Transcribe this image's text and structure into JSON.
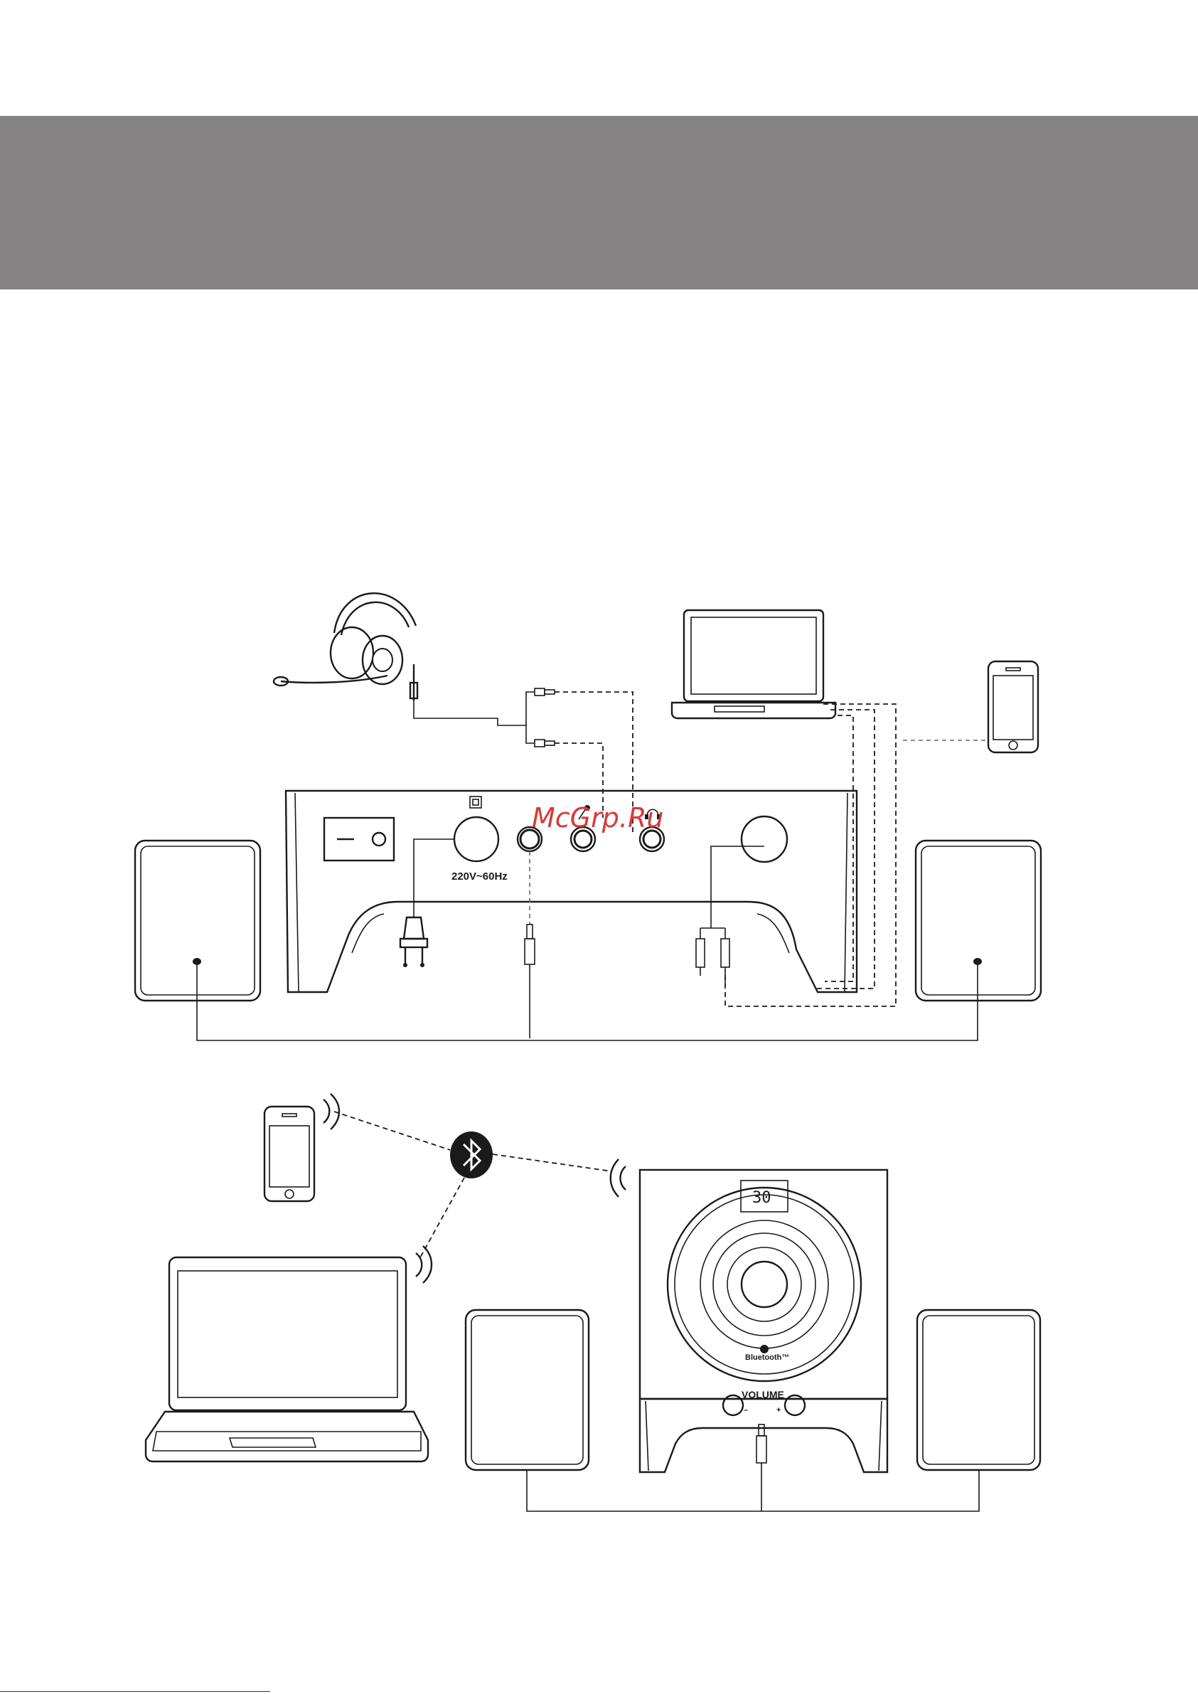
{
  "panel": {
    "power_label": "220V~60Hz",
    "volume_label": "VOLUME",
    "display_value": "30",
    "bluetooth_label": "Bluetooth™",
    "minus_label": "–",
    "plus_label": "+"
  },
  "watermark": "McGrp.Ru",
  "colors": {
    "banner": "#858383",
    "line": "#1a1a1a",
    "watermark": "#d83a3a"
  }
}
